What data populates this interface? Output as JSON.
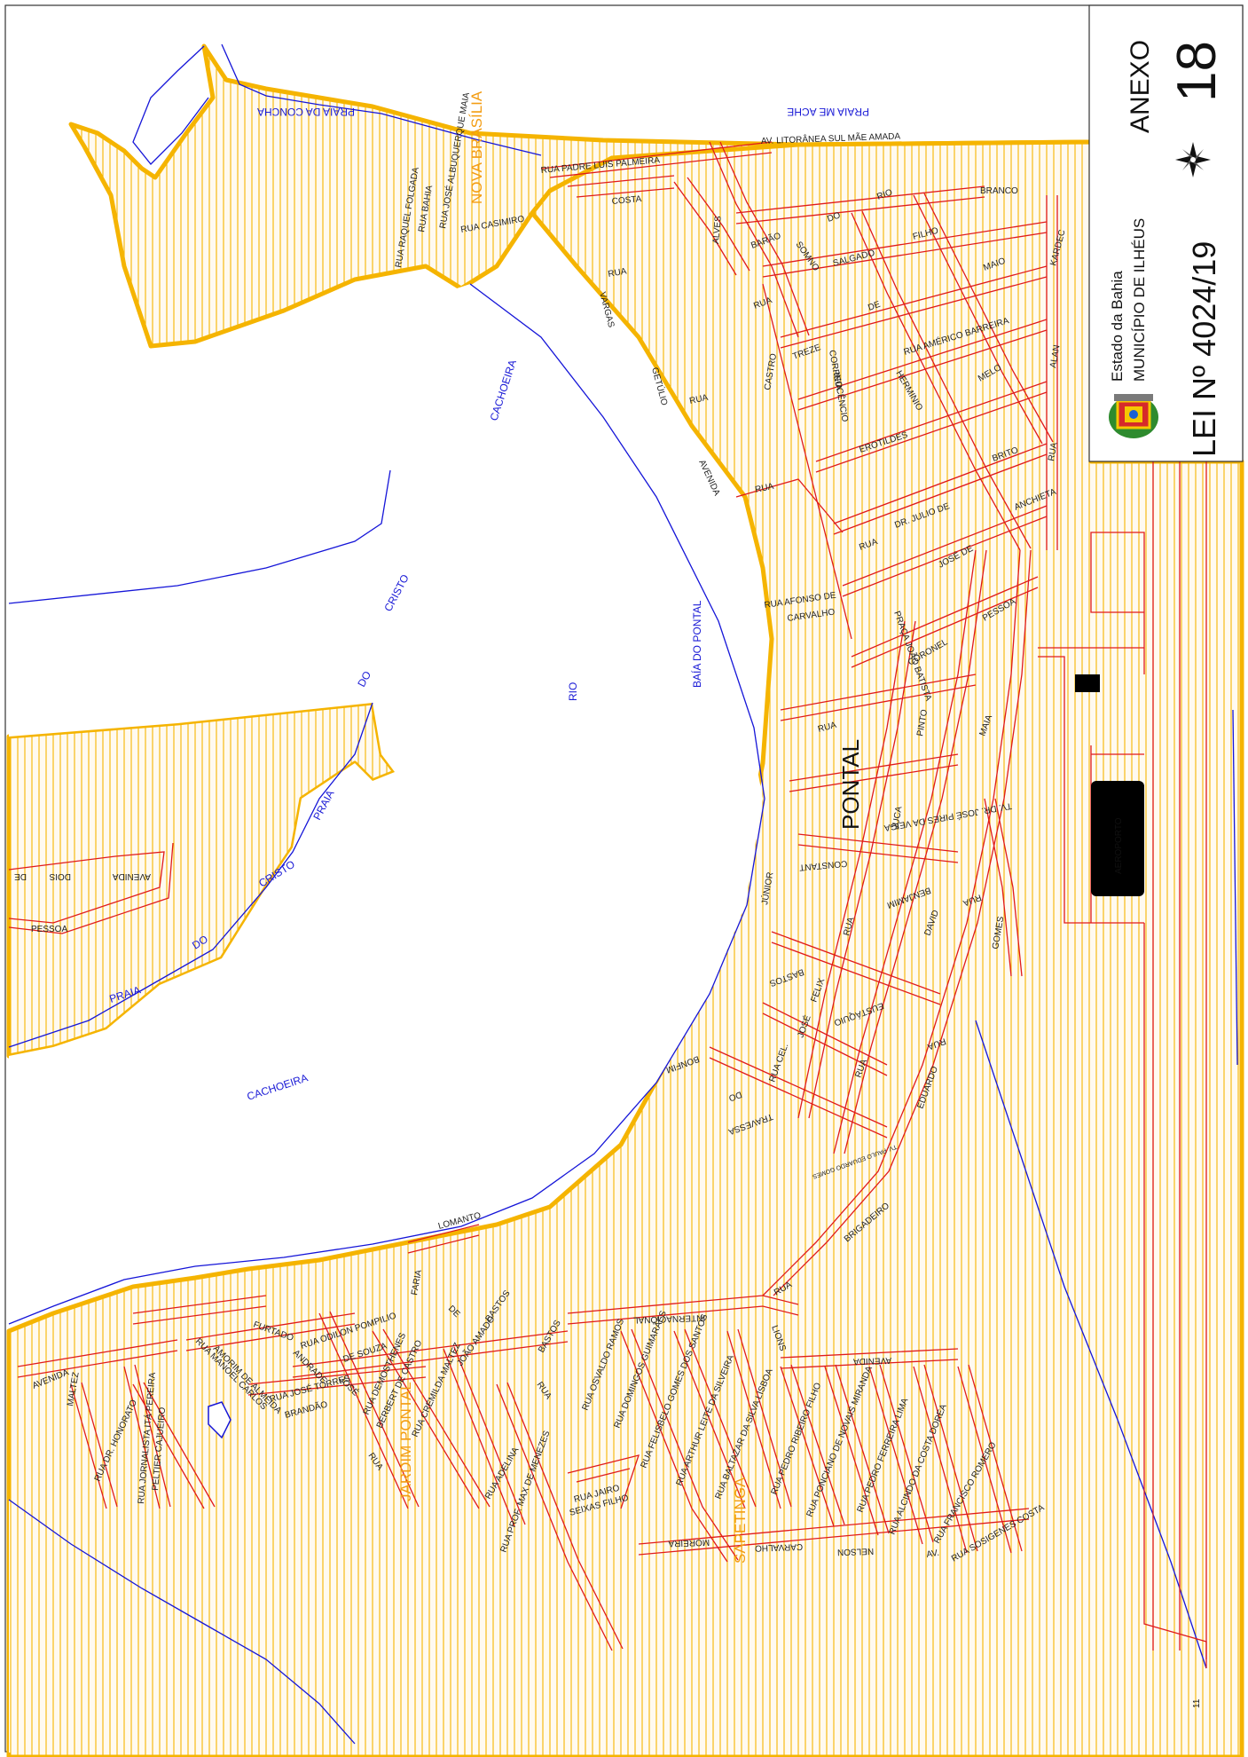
{
  "title_block": {
    "anexo": "ANEXO",
    "number": "18",
    "state": "Estado da Bahia",
    "municipality": "MUNICÍPIO DE ILHÉUS",
    "law": "LEI Nº 4024/19",
    "icons": [
      "coat-of-arms-icon",
      "north-compass-icon"
    ]
  },
  "colors": {
    "zone_border": "#f5b400",
    "hatch": "#f5b400",
    "roads": "#e01b1b",
    "water": "#1515d8",
    "bairro_text": "#f39c12"
  },
  "neighborhoods": [
    "NOVA BRASÍLIA",
    "PONTAL",
    "JARDIM PONTAL",
    "SAPETINGA"
  ],
  "water_labels": [
    "PRAIA DA CONCHA",
    "PRAIA ME ACHE",
    "CACHOEIRA",
    "RIO CACHOEIRA",
    "BAÍA DO PONTAL",
    "RIO",
    "PRAIA DO CRISTO",
    "CRISTO",
    "DO",
    "PRAIA"
  ],
  "landmarks": [
    "AEROPORTO"
  ],
  "sheet_number": "11",
  "streets": {
    "litoranea": "AV. LITORÂNEA SUL MÃE AMADA",
    "padre": "RUA PADRE LUIS PALMEIRA",
    "costa": "COSTA",
    "casimiro": "RUA CASIMIRO",
    "raquel": "RUA RAQUEL FOLGADA",
    "bahia": "RUA BAHIA",
    "jose_alb": "RUA JOSÉ ALBUQUERQUE MAIA",
    "rua_a": "RUA",
    "alves": "ALVES",
    "barao": "BARÃO",
    "do": "DO",
    "rio": "RIO",
    "branco": "BRANCO",
    "somno": "SOMNO",
    "salgado": "SALGADO",
    "filho": "FILHO",
    "vargas": "VARGAS",
    "getulio": "GETÚLIO",
    "rua_b": "RUA",
    "de_maio": "DE",
    "maio": "MAIO",
    "kardec": "KARDEC",
    "treze": "TREZE",
    "americo": "RUA AMÉRICO BARREIRA",
    "melo": "MELO",
    "correia": "CORREIA",
    "inocencio": "INOCÊNCIO",
    "hermino": "HERMINIO",
    "alan": "ALAN",
    "castro": "CASTRO",
    "rua_c": "RUA",
    "erotildes": "EROTILDES",
    "avenida": "AVENIDA",
    "brito": "BRITO",
    "rua_d": "RUA",
    "rua_e": "RUA",
    "julio_de": "DR. JULIO DE",
    "anchieta": "ANCHIETA",
    "jose_de": "JOSÉ DE",
    "rua_f": "RUA",
    "afonso": "RUA AFONSO DE",
    "carvalho": "CARVALHO",
    "praca": "PRAÇA JOÃO BATISTA",
    "pessoa": "PESSOA",
    "coronel": "CORONEL",
    "rua_g": "RUA",
    "pinto": "PINTO",
    "maia": "MAIA",
    "tv_veiga": "TV. DR. JOSÉ PIRES DA VEIGA",
    "juca": "JUCA",
    "constant": "CONSTANT",
    "junior": "JÚNIOR",
    "benjamim": "BENJAMIM",
    "david": "DAVID",
    "rua_h": "RUA",
    "rua_i": "RUA",
    "gomes": "GOMES",
    "bastos": "BASTOS",
    "eustaquio": "EUSTÁQUIO",
    "felix": "FELIX",
    "jose": "JOSÉ",
    "cel": "RUA CEL.",
    "rua_j": "RUA",
    "rua_k": "RUA",
    "bonfim": "BONFIM",
    "do2": "DO",
    "travessa": "TRAVESSA",
    "eduardo": "EDUARDO",
    "tv_eduardo": "TV. PAULO EDUARDO GOMES",
    "brigadeiro": "BRIGADEIRO",
    "lomanto": "LOMANTO",
    "faria": "FARIA",
    "internacional": "INTERNACIONAL",
    "rua_l": "RUA",
    "lions": "LIONS",
    "avenida2": "AVENIDA",
    "furtado": "FURTADO",
    "odilon": "RUA ODILON POMPILIO",
    "souza": "DE SOUZA",
    "amado_de": "DE",
    "joao_amado": "JOÃO AMADO",
    "bastos2": "BASTOS",
    "demosthenes": "RUA DEMOSTHENES",
    "berbert": "BERBERT DE CASTRO",
    "andrade": "ANDRADE",
    "jose2": "JOSÉ",
    "rua_m": "RUA",
    "cremilda": "RUA CREMILDA MALTEZ",
    "adelina": "RUA ADELINA",
    "bastos3": "BASTOS",
    "rua_n": "RUA",
    "osvaldo": "RUA OSVALDO RAMOS",
    "domingos": "RUA DOMINGOS GUIMARÃES",
    "felisbelo": "RUA FELISBELO GOMES DOS SANTOS",
    "arthur": "RUA ARTHUR LEITE DA SILVEIRA",
    "baltazar": "RUA BALTAZAR DA SILVA LISBOA",
    "pedro_r": "RUA PEDRO RIBEIRO FILHO",
    "ponciano": "RUA PONCIANO DE NOVAIS MIRANDA",
    "pedro_f": "RUA PEDRO FERREIRA LIMA",
    "alcindo": "RUA ALCINDO DA COSTA DOREA",
    "francisco": "RUA FRANCISCO ROMERO",
    "sosigenes": "RUA SOSIGENES COSTA",
    "av": "AV.",
    "nelson": "NELSON",
    "carvalho2": "CARVALHO",
    "moreira": "MOREIRA",
    "max": "RUA PROF. MAX DE MENEZES",
    "jairo": "RUA JAIRO",
    "seixas": "SEIXAS FILHO",
    "manoel": "RUA MANOEL CARLOS",
    "amorim": "AMORIM DE ALMEIDA",
    "torres": "RUA JOSÉ TORRES",
    "brandao": "BRANDÃO",
    "avenida3": "AVENIDA",
    "maltez": "MALTEZ",
    "honorato": "RUA DR. HONORATO",
    "jornalista": "RUA JORNALISTA ITÁ PEREIRA",
    "peltier": "PELTIER CAJUEIRO",
    "avenida4": "AVENIDA",
    "dois": "DOIS",
    "de2": "DE",
    "pessoa2": "PESSOA"
  }
}
